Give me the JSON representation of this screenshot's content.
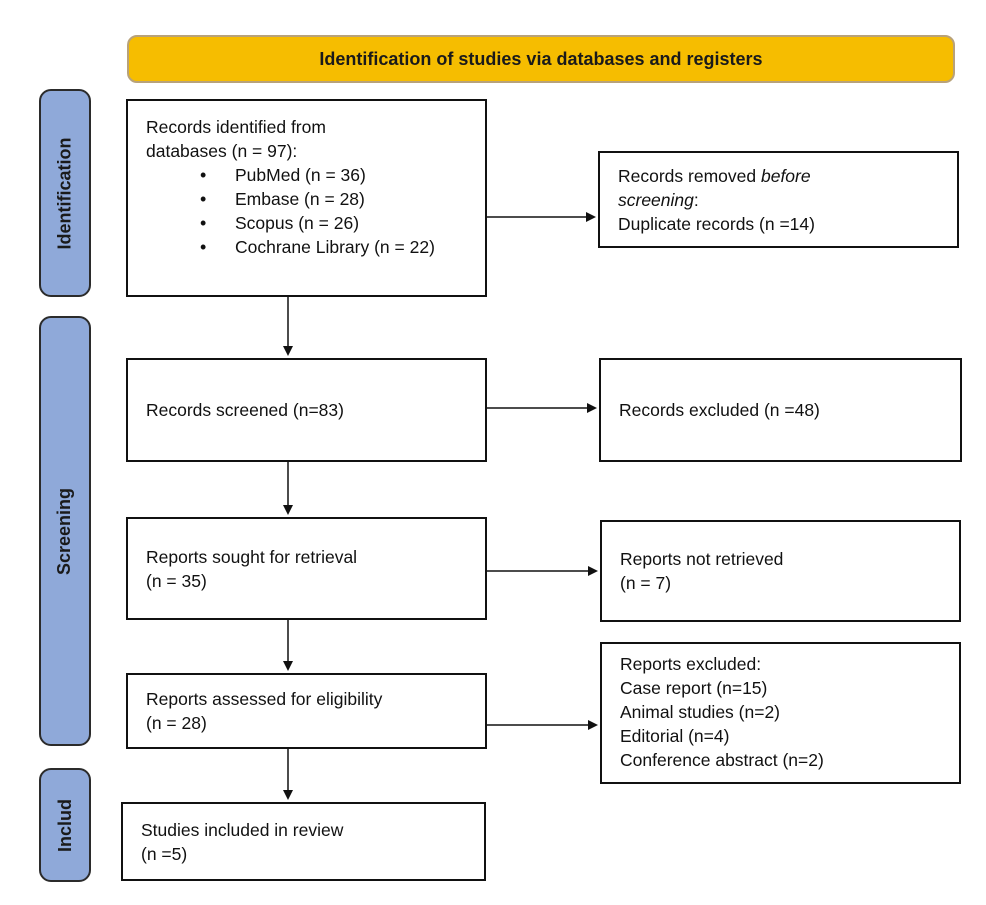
{
  "header": {
    "title": "Identification of studies via databases and registers"
  },
  "phases": {
    "identification": "Identification",
    "screening": "Screening",
    "included": "Includ"
  },
  "identified": {
    "line1": "Records identified from",
    "line2": "databases (n = 97):",
    "sources": [
      {
        "label": "PubMed (n = 36)"
      },
      {
        "label": "Embase (n = 28)"
      },
      {
        "label": "Scopus (n = 26)"
      },
      {
        "label": "Cochrane Library (n = 22)"
      }
    ]
  },
  "removed": {
    "prefix": "Records removed ",
    "emphasis": "before",
    "emphasis2": "screening",
    "suffix": ":",
    "detail": "Duplicate records (n =14)"
  },
  "screened": {
    "text": "Records screened (n=83)"
  },
  "excluded": {
    "text": "Records excluded (n =48)"
  },
  "sought": {
    "line1": "Reports sought for retrieval",
    "line2": "(n = 35)"
  },
  "not_retrieved": {
    "line1": "Reports not retrieved",
    "line2": "(n = 7)"
  },
  "assessed": {
    "line1": "Reports assessed for eligibility",
    "line2": "(n = 28)"
  },
  "reports_excluded": {
    "title": "Reports excluded:",
    "reasons": [
      {
        "label": "Case report (n=15)"
      },
      {
        "label": "Animal studies (n=2)"
      },
      {
        "label": "Editorial (n=4)"
      },
      {
        "label": "Conference abstract (n=2)"
      }
    ]
  },
  "included": {
    "line1": "Studies included in review",
    "line2": "(n =5)"
  },
  "colors": {
    "header_fill": "#f6bd00",
    "phase_fill": "#8fa9d9",
    "line": "#111111"
  }
}
